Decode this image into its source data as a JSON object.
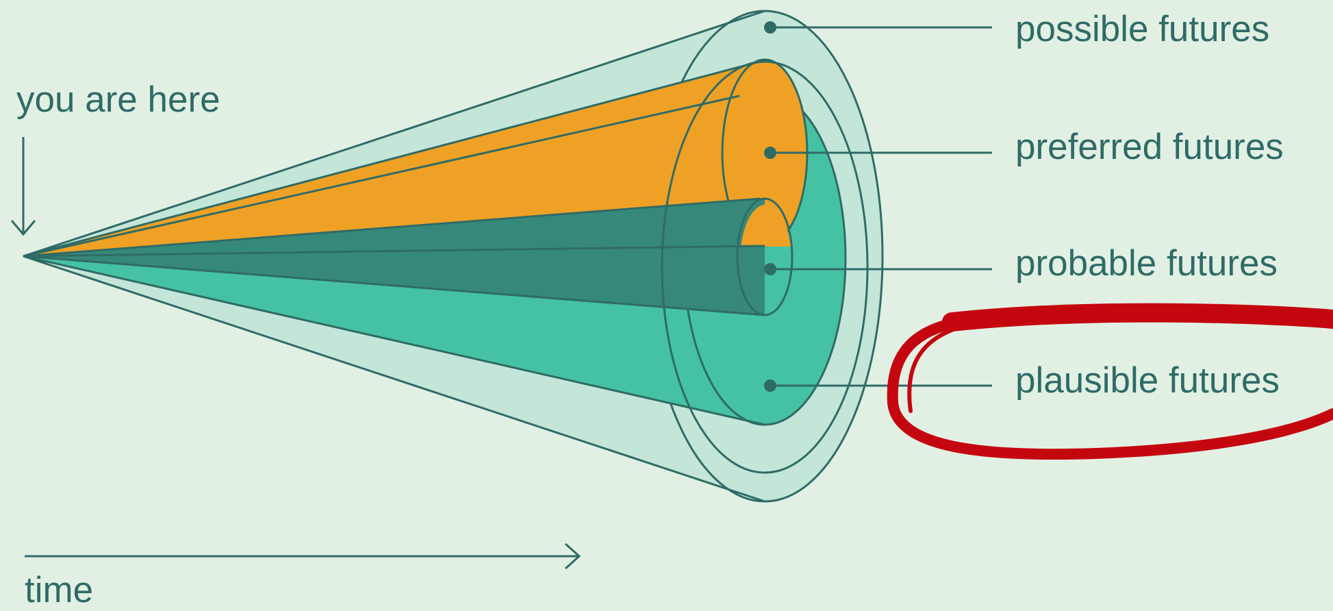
{
  "labels": {
    "you_are_here": "you are here",
    "time": "time",
    "possible": "possible futures",
    "preferred": "preferred futures",
    "probable": "probable futures",
    "plausible": "plausible futures"
  },
  "colors": {
    "background": "#e2f0e4",
    "line": "#2f6b66",
    "possible_fill": "#c3e6d8",
    "plausible_fill": "#45c2a3",
    "preferred_fill": "#efa125",
    "probable_fill": "#36897a",
    "highlight": "#c4070f"
  }
}
